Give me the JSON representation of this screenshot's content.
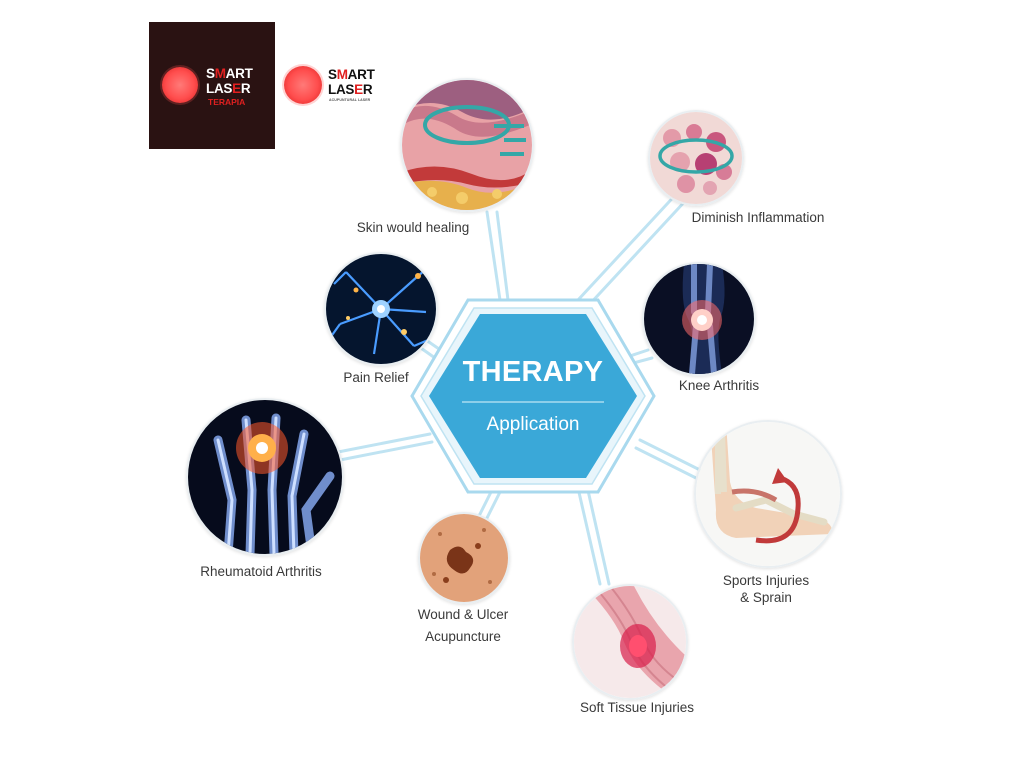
{
  "logo_primary": {
    "line1": "SMART",
    "line2": "LASER",
    "line3": "TERAPIA",
    "colors": {
      "background": "#2a1212",
      "dot": "#ff4d4d",
      "accent": "#e02020"
    }
  },
  "logo_secondary": {
    "line1": "SMART",
    "line2": "LASER",
    "tagline": "ACUPUNTURAL LASER"
  },
  "center": {
    "title": "THERAPY",
    "subtitle": "Application",
    "colors": {
      "fill": "#3aa8d8",
      "outline": "#a9d9ee"
    }
  },
  "applications": [
    {
      "label": "Skin would healing",
      "icon": "skin-tissue-icon"
    },
    {
      "label": "Diminish Inflammation",
      "icon": "inflamed-cells-icon"
    },
    {
      "label": "Pain Relief",
      "icon": "neuron-icon"
    },
    {
      "label": "Knee Arthritis",
      "icon": "knee-joint-icon"
    },
    {
      "label": "Rheumatoid Arthritis",
      "icon": "hand-joint-icon"
    },
    {
      "label": "Sports Injuries",
      "label_line2": "& Sprain",
      "icon": "ankle-sprain-icon"
    },
    {
      "label": "Wound & Ulcer",
      "label_line2": "Acupuncture",
      "icon": "wound-skin-icon"
    },
    {
      "label": "Soft Tissue Injuries",
      "icon": "muscle-tissue-icon"
    }
  ]
}
